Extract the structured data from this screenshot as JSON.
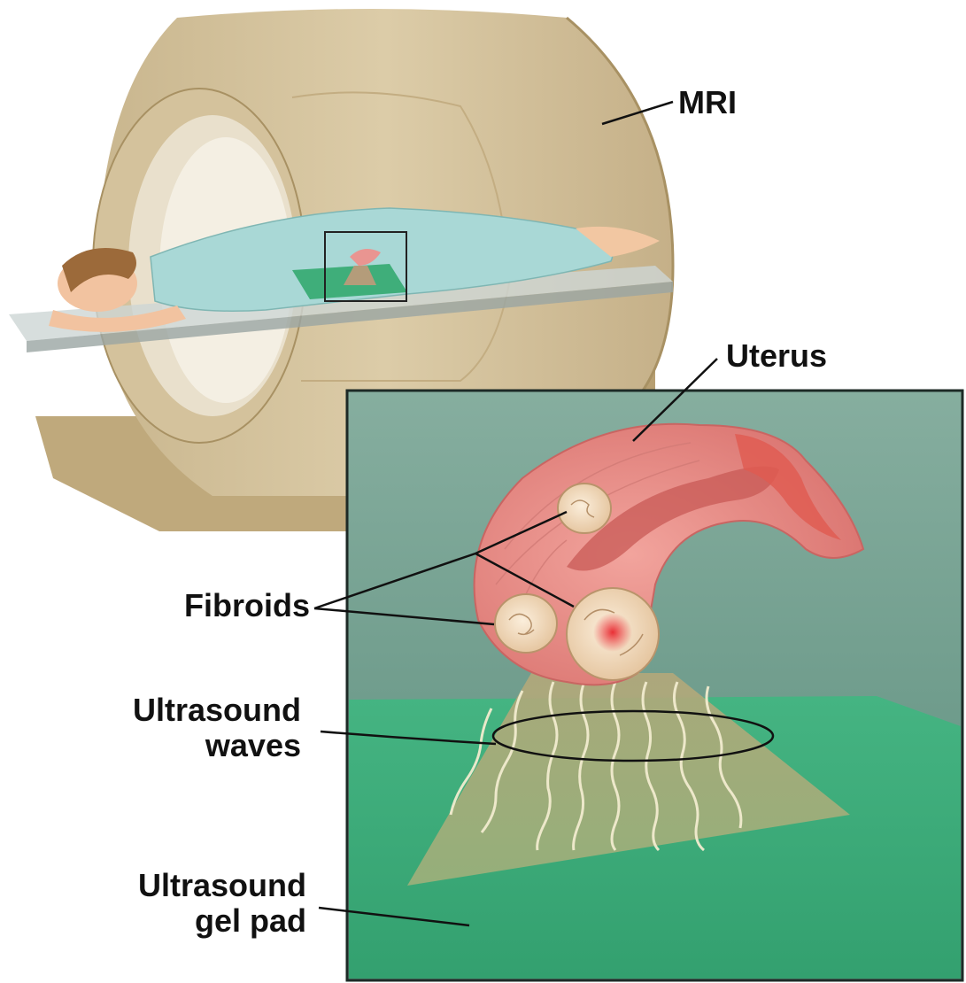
{
  "labels": {
    "mri": "MRI",
    "uterus": "Uterus",
    "fibroids": "Fibroids",
    "ultrasound_waves_line1": "Ultrasound",
    "ultrasound_waves_line2": "waves",
    "gel_pad_line1": "Ultrasound",
    "gel_pad_line2": "gel pad"
  },
  "colors": {
    "mri_body": "#d8c7a3",
    "mri_shadow": "#bda97f",
    "inset_bg_top": "#7fa99a",
    "inset_bg_bottom": "#5f8e7f",
    "gel_pad": "#3fae7a",
    "uterus": "#e88a86",
    "fibroid": "#f3ddc0",
    "waves": "#b3b57a",
    "gown": "#a9d8d6",
    "leader_line": "#111111"
  }
}
